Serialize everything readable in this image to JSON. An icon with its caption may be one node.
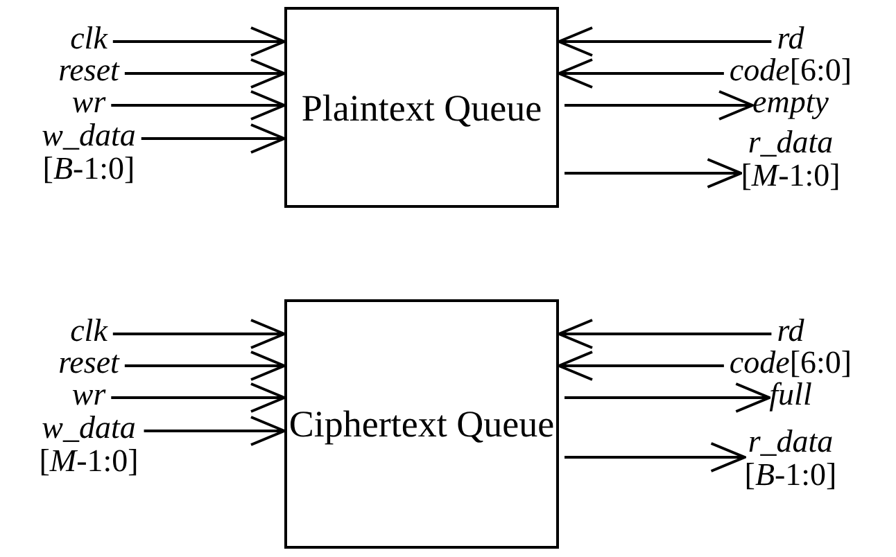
{
  "diagram": {
    "nodes": [
      {
        "text": [
          "Plaintext Queue"
        ]
      },
      {
        "text": [
          "*clk*"
        ]
      },
      {
        "text": [
          "*reset*"
        ]
      },
      {
        "text": [
          "*wr*"
        ]
      },
      {
        "text": [
          "*w_data*",
          "[*B*-1:0]"
        ]
      },
      {
        "text": [
          "*rd*"
        ]
      },
      {
        "text": [
          "*code*[6:0]"
        ]
      },
      {
        "text": [
          "*empty*"
        ]
      },
      {
        "text": [
          "*r_data*",
          "[*M*-1:0]"
        ]
      },
      {
        "text": [
          "Ciphertext Queue"
        ]
      },
      {
        "text": [
          "*clk*"
        ]
      },
      {
        "text": [
          "*reset*"
        ]
      },
      {
        "text": [
          "*wr*"
        ]
      },
      {
        "text": [
          "*w_data*",
          "[*M*-1:0]"
        ]
      },
      {
        "text": [
          "*rd*"
        ]
      },
      {
        "text": [
          "*code*[6:0]"
        ]
      },
      {
        "text": [
          "*full*"
        ]
      },
      {
        "text": [
          "*r_data*",
          "[*B*-1:0]"
        ]
      }
    ],
    "edges": [
      {
        "from": 1,
        "to": 0,
        "arrow": "to"
      },
      {
        "from": 2,
        "to": 0,
        "arrow": "to"
      },
      {
        "from": 3,
        "to": 0,
        "arrow": "to"
      },
      {
        "from": 4,
        "to": 0,
        "arrow": "to"
      },
      {
        "from": 5,
        "to": 0,
        "arrow": "to"
      },
      {
        "from": 6,
        "to": 0,
        "arrow": "to"
      },
      {
        "from": 0,
        "to": 7,
        "arrow": "to"
      },
      {
        "from": 0,
        "to": 8,
        "arrow": "to"
      },
      {
        "from": 10,
        "to": 9,
        "arrow": "to"
      },
      {
        "from": 11,
        "to": 9,
        "arrow": "to"
      },
      {
        "from": 12,
        "to": 9,
        "arrow": "to"
      },
      {
        "from": 13,
        "to": 9,
        "arrow": "to"
      },
      {
        "from": 14,
        "to": 9,
        "arrow": "to"
      },
      {
        "from": 15,
        "to": 9,
        "arrow": "to"
      },
      {
        "from": 9,
        "to": 16,
        "arrow": "to"
      },
      {
        "from": 9,
        "to": 17,
        "arrow": "to"
      }
    ]
  }
}
